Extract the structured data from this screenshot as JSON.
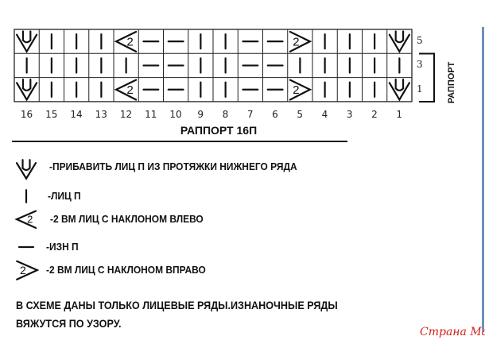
{
  "chart": {
    "stitch_numbers": [
      "16",
      "15",
      "14",
      "13",
      "12",
      "11",
      "10",
      "9",
      "8",
      "7",
      "6",
      "5",
      "4",
      "3",
      "2",
      "1"
    ],
    "rows": [
      {
        "label": "5",
        "stitches": [
          "inc",
          "k",
          "k",
          "k",
          "k2l",
          "p",
          "p",
          "k",
          "k",
          "p",
          "p",
          "k2r",
          "k",
          "k",
          "k",
          "inc"
        ]
      },
      {
        "label": "3",
        "stitches": [
          "k",
          "k",
          "k",
          "k",
          "k",
          "p",
          "p",
          "k",
          "k",
          "p",
          "p",
          "k",
          "k",
          "k",
          "k",
          "k"
        ]
      },
      {
        "label": "1",
        "stitches": [
          "inc",
          "k",
          "k",
          "k",
          "k2l",
          "p",
          "p",
          "k",
          "k",
          "p",
          "p",
          "k2r",
          "k",
          "k",
          "k",
          "inc"
        ]
      }
    ],
    "decrease_number": "2",
    "repeat_vertical_label": "РАППОРТ",
    "repeat_title": "РАППОРТ 16П"
  },
  "legend": [
    {
      "symbol": "inc",
      "text": "-ПРИБАВИТЬ ЛИЦ П ИЗ ПРОТЯЖКИ НИЖНЕГО РЯДА"
    },
    {
      "symbol": "k",
      "text": "-ЛИЦ П"
    },
    {
      "symbol": "k2l",
      "text": "-2 ВМ ЛИЦ С НАКЛОНОМ ВЛЕВО"
    },
    {
      "symbol": "p",
      "text": "-ИЗН П"
    },
    {
      "symbol": "k2r",
      "text": "-2 ВМ ЛИЦ С НАКЛОНОМ ВПРАВО"
    }
  ],
  "note": [
    "В СХЕМЕ ДАНЫ ТОЛЬКО ЛИЦЕВЫЕ РЯДЫ.ИЗНАНОЧНЫЕ РЯДЫ",
    "ВЯЖУТСЯ ПО УЗОРУ."
  ],
  "watermark": "Страна Мам",
  "colors": {
    "ink": "#111111",
    "accent_bar": "#6f8fc0",
    "watermark": "#d42020"
  }
}
